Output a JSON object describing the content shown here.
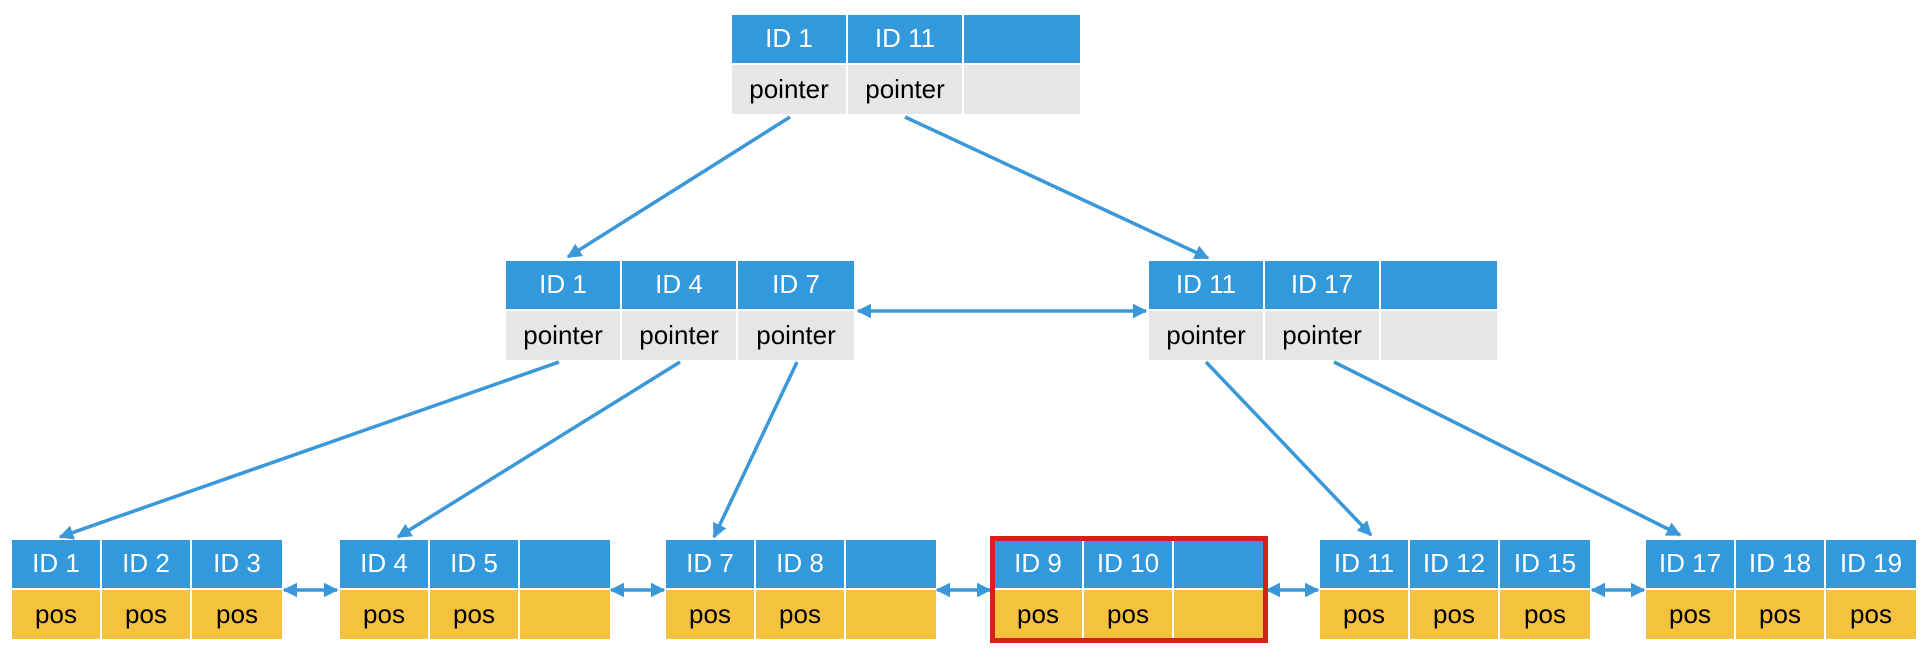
{
  "colors": {
    "key_fill": "#3399dd",
    "internal_pointer_fill": "#e6e5e7",
    "leaf_pos_fill": "#f4c23f",
    "edge": "#3a97d8",
    "highlight": "#d42316"
  },
  "root": {
    "keys": [
      "ID 1",
      "ID 11",
      ""
    ],
    "values": [
      "pointer",
      "pointer",
      ""
    ]
  },
  "internal": [
    {
      "keys": [
        "ID 1",
        "ID 4",
        "ID 7"
      ],
      "values": [
        "pointer",
        "pointer",
        "pointer"
      ]
    },
    {
      "keys": [
        "ID 11",
        "ID 17",
        ""
      ],
      "values": [
        "pointer",
        "pointer",
        ""
      ]
    }
  ],
  "leaves": [
    {
      "keys": [
        "ID 1",
        "ID 2",
        "ID 3"
      ],
      "values": [
        "pos",
        "pos",
        "pos"
      ]
    },
    {
      "keys": [
        "ID 4",
        "ID 5",
        ""
      ],
      "values": [
        "pos",
        "pos",
        ""
      ]
    },
    {
      "keys": [
        "ID 7",
        "ID 8",
        ""
      ],
      "values": [
        "pos",
        "pos",
        ""
      ]
    },
    {
      "keys": [
        "ID 9",
        "ID 10",
        ""
      ],
      "values": [
        "pos",
        "pos",
        ""
      ],
      "highlighted": true
    },
    {
      "keys": [
        "ID 11",
        "ID 12",
        "ID 15"
      ],
      "values": [
        "pos",
        "pos",
        "pos"
      ]
    },
    {
      "keys": [
        "ID 17",
        "ID 18",
        "ID 19"
      ],
      "values": [
        "pos",
        "pos",
        "pos"
      ]
    }
  ]
}
